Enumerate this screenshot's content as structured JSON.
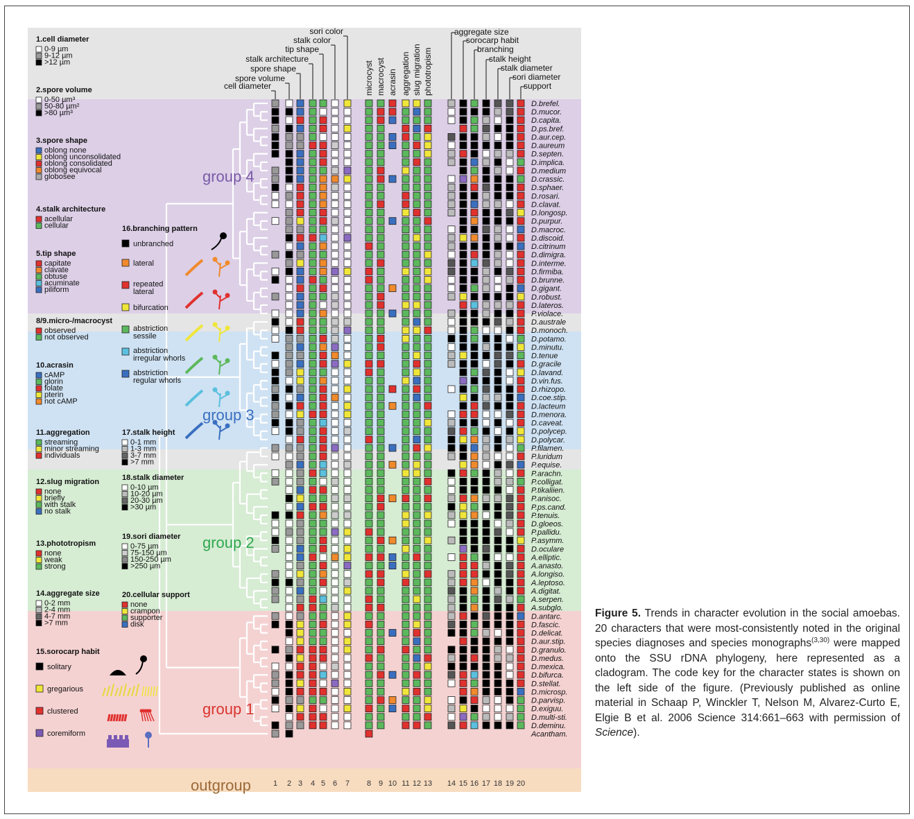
{
  "legend": [
    {
      "title": "1.cell diameter",
      "items": [
        {
          "label": "0-9 µm",
          "color": "#ffffff"
        },
        {
          "label": "9-12 µm",
          "color": "#999999"
        },
        {
          "label": ">12 µm",
          "color": "#000000"
        }
      ]
    },
    {
      "title": "2.spore volume",
      "items": [
        {
          "label": "0-50 µm³",
          "color": "#ffffff"
        },
        {
          "label": "50-80 µm²",
          "color": "#999999"
        },
        {
          "label": ">80 µm³",
          "color": "#000000"
        }
      ]
    },
    {
      "title": "3.spore shape",
      "items": [
        {
          "label": "oblong none",
          "color": "#3a6fc0"
        },
        {
          "label": "oblong unconsolidated",
          "color": "#f0e63a"
        },
        {
          "label": "oblong consolidated",
          "color": "#e0312e"
        },
        {
          "label": "oblong equivocal",
          "color": "#f08a2c"
        },
        {
          "label": "globosee",
          "color": "#aaaaaa"
        }
      ]
    },
    {
      "title": "4.stalk architecture",
      "items": [
        {
          "label": "acellular",
          "color": "#e0312e"
        },
        {
          "label": "cellular",
          "color": "#5cb85c"
        }
      ]
    },
    {
      "title": "5.tip shape",
      "items": [
        {
          "label": "capitate",
          "color": "#e0312e"
        },
        {
          "label": "clavate",
          "color": "#f08a2c"
        },
        {
          "label": "obtuse",
          "color": "#5cb85c"
        },
        {
          "label": "acuminate",
          "color": "#5bc0de"
        },
        {
          "label": "piliform",
          "color": "#3a6fc0"
        }
      ]
    },
    {
      "title": "8/9.micro-/macrocyst",
      "items": [
        {
          "label": "observed",
          "color": "#e0312e"
        },
        {
          "label": "not observed",
          "color": "#5cb85c"
        }
      ]
    },
    {
      "title": "10.acrasin",
      "items": [
        {
          "label": "cAMP",
          "color": "#3a6fc0"
        },
        {
          "label": "glorin",
          "color": "#5cb85c"
        },
        {
          "label": "folate",
          "color": "#e0312e"
        },
        {
          "label": "pterin",
          "color": "#f0e63a"
        },
        {
          "label": "not cAMP",
          "color": "#f08a2c"
        }
      ]
    },
    {
      "title": "11.aggregation",
      "items": [
        {
          "label": "streaming",
          "color": "#5cb85c"
        },
        {
          "label": "minor streaming",
          "color": "#f0e63a"
        },
        {
          "label": "individuals",
          "color": "#e0312e"
        }
      ]
    },
    {
      "title": "12.slug migration",
      "items": [
        {
          "label": "none",
          "color": "#e0312e"
        },
        {
          "label": "briefly",
          "color": "#f0e63a"
        },
        {
          "label": "with stalk",
          "color": "#5cb85c"
        },
        {
          "label": "no stalk",
          "color": "#3a6fc0"
        }
      ]
    },
    {
      "title": "13.phototropism",
      "items": [
        {
          "label": "none",
          "color": "#e0312e"
        },
        {
          "label": "weak",
          "color": "#f0e63a"
        },
        {
          "label": "strong",
          "color": "#5cb85c"
        }
      ]
    },
    {
      "title": "14.aggregate size",
      "items": [
        {
          "label": "0-2 mm",
          "color": "#ffffff"
        },
        {
          "label": "2-4 mm",
          "color": "#bbbbbb"
        },
        {
          "label": "4-7 mm",
          "color": "#666666"
        },
        {
          "label": ">7 mm",
          "color": "#000000"
        }
      ]
    },
    {
      "title": "15.sorocarp habit",
      "items": [
        {
          "label": "solitary",
          "color": "#000000"
        },
        {
          "label": "gregarious",
          "color": "#f0e63a"
        },
        {
          "label": "clustered",
          "color": "#e0312e"
        },
        {
          "label": "coremiform",
          "color": "#7b5ab5"
        }
      ]
    },
    {
      "title": "16.branching pattern",
      "items": [
        {
          "label": "unbranched",
          "color": "#000000"
        },
        {
          "label": "lateral",
          "color": "#f08a2c"
        },
        {
          "label": "repeated lateral",
          "color": "#e0312e"
        },
        {
          "label": "bifurcation",
          "color": "#f0e63a"
        },
        {
          "label": "abstriction sessile",
          "color": "#5cb85c"
        },
        {
          "label": "abstriction irregular whorls",
          "color": "#5bc0de"
        },
        {
          "label": "abstriction regular whorls",
          "color": "#3a6fc0"
        }
      ]
    },
    {
      "title": "17.stalk height",
      "items": [
        {
          "label": "0-1 mm",
          "color": "#ffffff"
        },
        {
          "label": "1-3 mm",
          "color": "#bbbbbb"
        },
        {
          "label": "3-7 mm",
          "color": "#666666"
        },
        {
          "label": ">7 mm",
          "color": "#000000"
        }
      ]
    },
    {
      "title": "18.stalk diameter",
      "items": [
        {
          "label": "0-10 µm",
          "color": "#ffffff"
        },
        {
          "label": "10-20 µm",
          "color": "#bbbbbb"
        },
        {
          "label": "20-30 µm",
          "color": "#666666"
        },
        {
          "label": ">30 µm",
          "color": "#000000"
        }
      ]
    },
    {
      "title": "19.sori diameter",
      "items": [
        {
          "label": "0-75 µm",
          "color": "#ffffff"
        },
        {
          "label": "75-150 µm",
          "color": "#cccccc"
        },
        {
          "label": "150-250 µm",
          "color": "#888888"
        },
        {
          "label": ">250 µm",
          "color": "#000000"
        }
      ]
    },
    {
      "title": "20.cellular support",
      "items": [
        {
          "label": "none",
          "color": "#e0312e"
        },
        {
          "label": "crampon",
          "color": "#f0e63a"
        },
        {
          "label": "supporter",
          "color": "#5cb85c"
        },
        {
          "label": "disk",
          "color": "#3a6fc0"
        }
      ]
    }
  ],
  "column_headers": [
    "cell diameter",
    "spore volume",
    "spore shape",
    "stalk architecture",
    "tip shape",
    "stalk color",
    "sori color",
    "microcyst",
    "macrocyst",
    "acrasin",
    "aggregation",
    "slug migration",
    "phototropism",
    "aggregate size",
    "sorocarp habit",
    "branching",
    "stalk height",
    "stalk diameter",
    "sori diameter",
    "support"
  ],
  "column_numbers": [
    "1",
    "2",
    "3",
    "4",
    "5",
    "6",
    "7",
    "8",
    "9",
    "10",
    "11",
    "12",
    "13",
    "14",
    "15",
    "16",
    "17",
    "18",
    "19",
    "20"
  ],
  "groups": [
    "group 4",
    "group 3",
    "group 2",
    "group 1",
    "outgroup"
  ],
  "species": [
    "D.brefel.",
    "D.mucor.",
    "D.capita.",
    "D.ps.bref.",
    "D.aur.cep.",
    "D.aureum",
    "D.septen.",
    "D.implica.",
    "D.medium",
    "D.crassic.",
    "D.sphaer.",
    "D.rosari.",
    "D.clavat.",
    "D.longosp.",
    "D.purpur.",
    "D.macroc.",
    "D.discoid.",
    "D.citrinum",
    "D.dimigra.",
    "D.interme.",
    "D.firmiba.",
    "D.brunne.",
    "D.gigant.",
    "D.robust.",
    "D.lateros.",
    "P.violace.",
    "D.australe",
    "D.monoch.",
    "D.potamo.",
    "D.minutu.",
    "D.tenue",
    "D.gracile",
    "D.lavand.",
    "D.vin.fus.",
    "D.rhizopo.",
    "D.coe.stip.",
    "D.lacteum",
    "D.menora.",
    "D.caveat.",
    "D.polycep.",
    "D.polycar.",
    "P.filamen.",
    "P.luridum",
    "P.equise.",
    "P.arachn.",
    "P.colligat.",
    "P.tikaliien.",
    "P.anisoc.",
    "P.ps.cand.",
    "P.tenuis.",
    "D.gloeos.",
    "P.pallidu.",
    "P.asymm.",
    "D.oculare",
    "A.elliptic.",
    "A.anasto.",
    "A.longiso.",
    "A.leptoso.",
    "A.digitat.",
    "A.serpen.",
    "A.subglo.",
    "D.antarc.",
    "D.fascic.",
    "D.delicat.",
    "D.aur.stip.",
    "D.granulo.",
    "D.medus.",
    "D.mexica.",
    "D.bifurca.",
    "D.stellat.",
    "D.microsp.",
    "D.parvisp.",
    "D.exiguu.",
    "D.multi-sti.",
    "D.deminu.",
    "Acantham."
  ],
  "caption": {
    "label": "Figure 5.",
    "text_part1": " Trends in character evolution in the social amoebas. 20 characters that were most-consistently noted in the original species diagnoses and species monographs",
    "superscript": "(3,30)",
    "text_part2": " were mapped onto the SSU rDNA phylogeny, here represented as a cladogram. The code key for the character states is shown on the left side of the figure. (Previously published as online material in Schaap P, Winckler T, Nelson M, Alvarez-Curto E, Elgie B et al. 2006 Science 314:661–663 with permission of ",
    "journal": "Science",
    "text_part3": ")."
  },
  "colors": {
    "group4_band": "#dccfe6",
    "group3_band": "#cfe2f3",
    "group2_band": "#d6ecd3",
    "group1_band": "#f5d2d2",
    "outgroup_band": "#f8dcc0",
    "neutral_band": "#e5e5e5",
    "group4_text": "#7a5aa8",
    "group3_text": "#3a6fc0",
    "group2_text": "#2fa84f",
    "group1_text": "#d8352f",
    "outgroup_text": "#9a6a3a"
  }
}
